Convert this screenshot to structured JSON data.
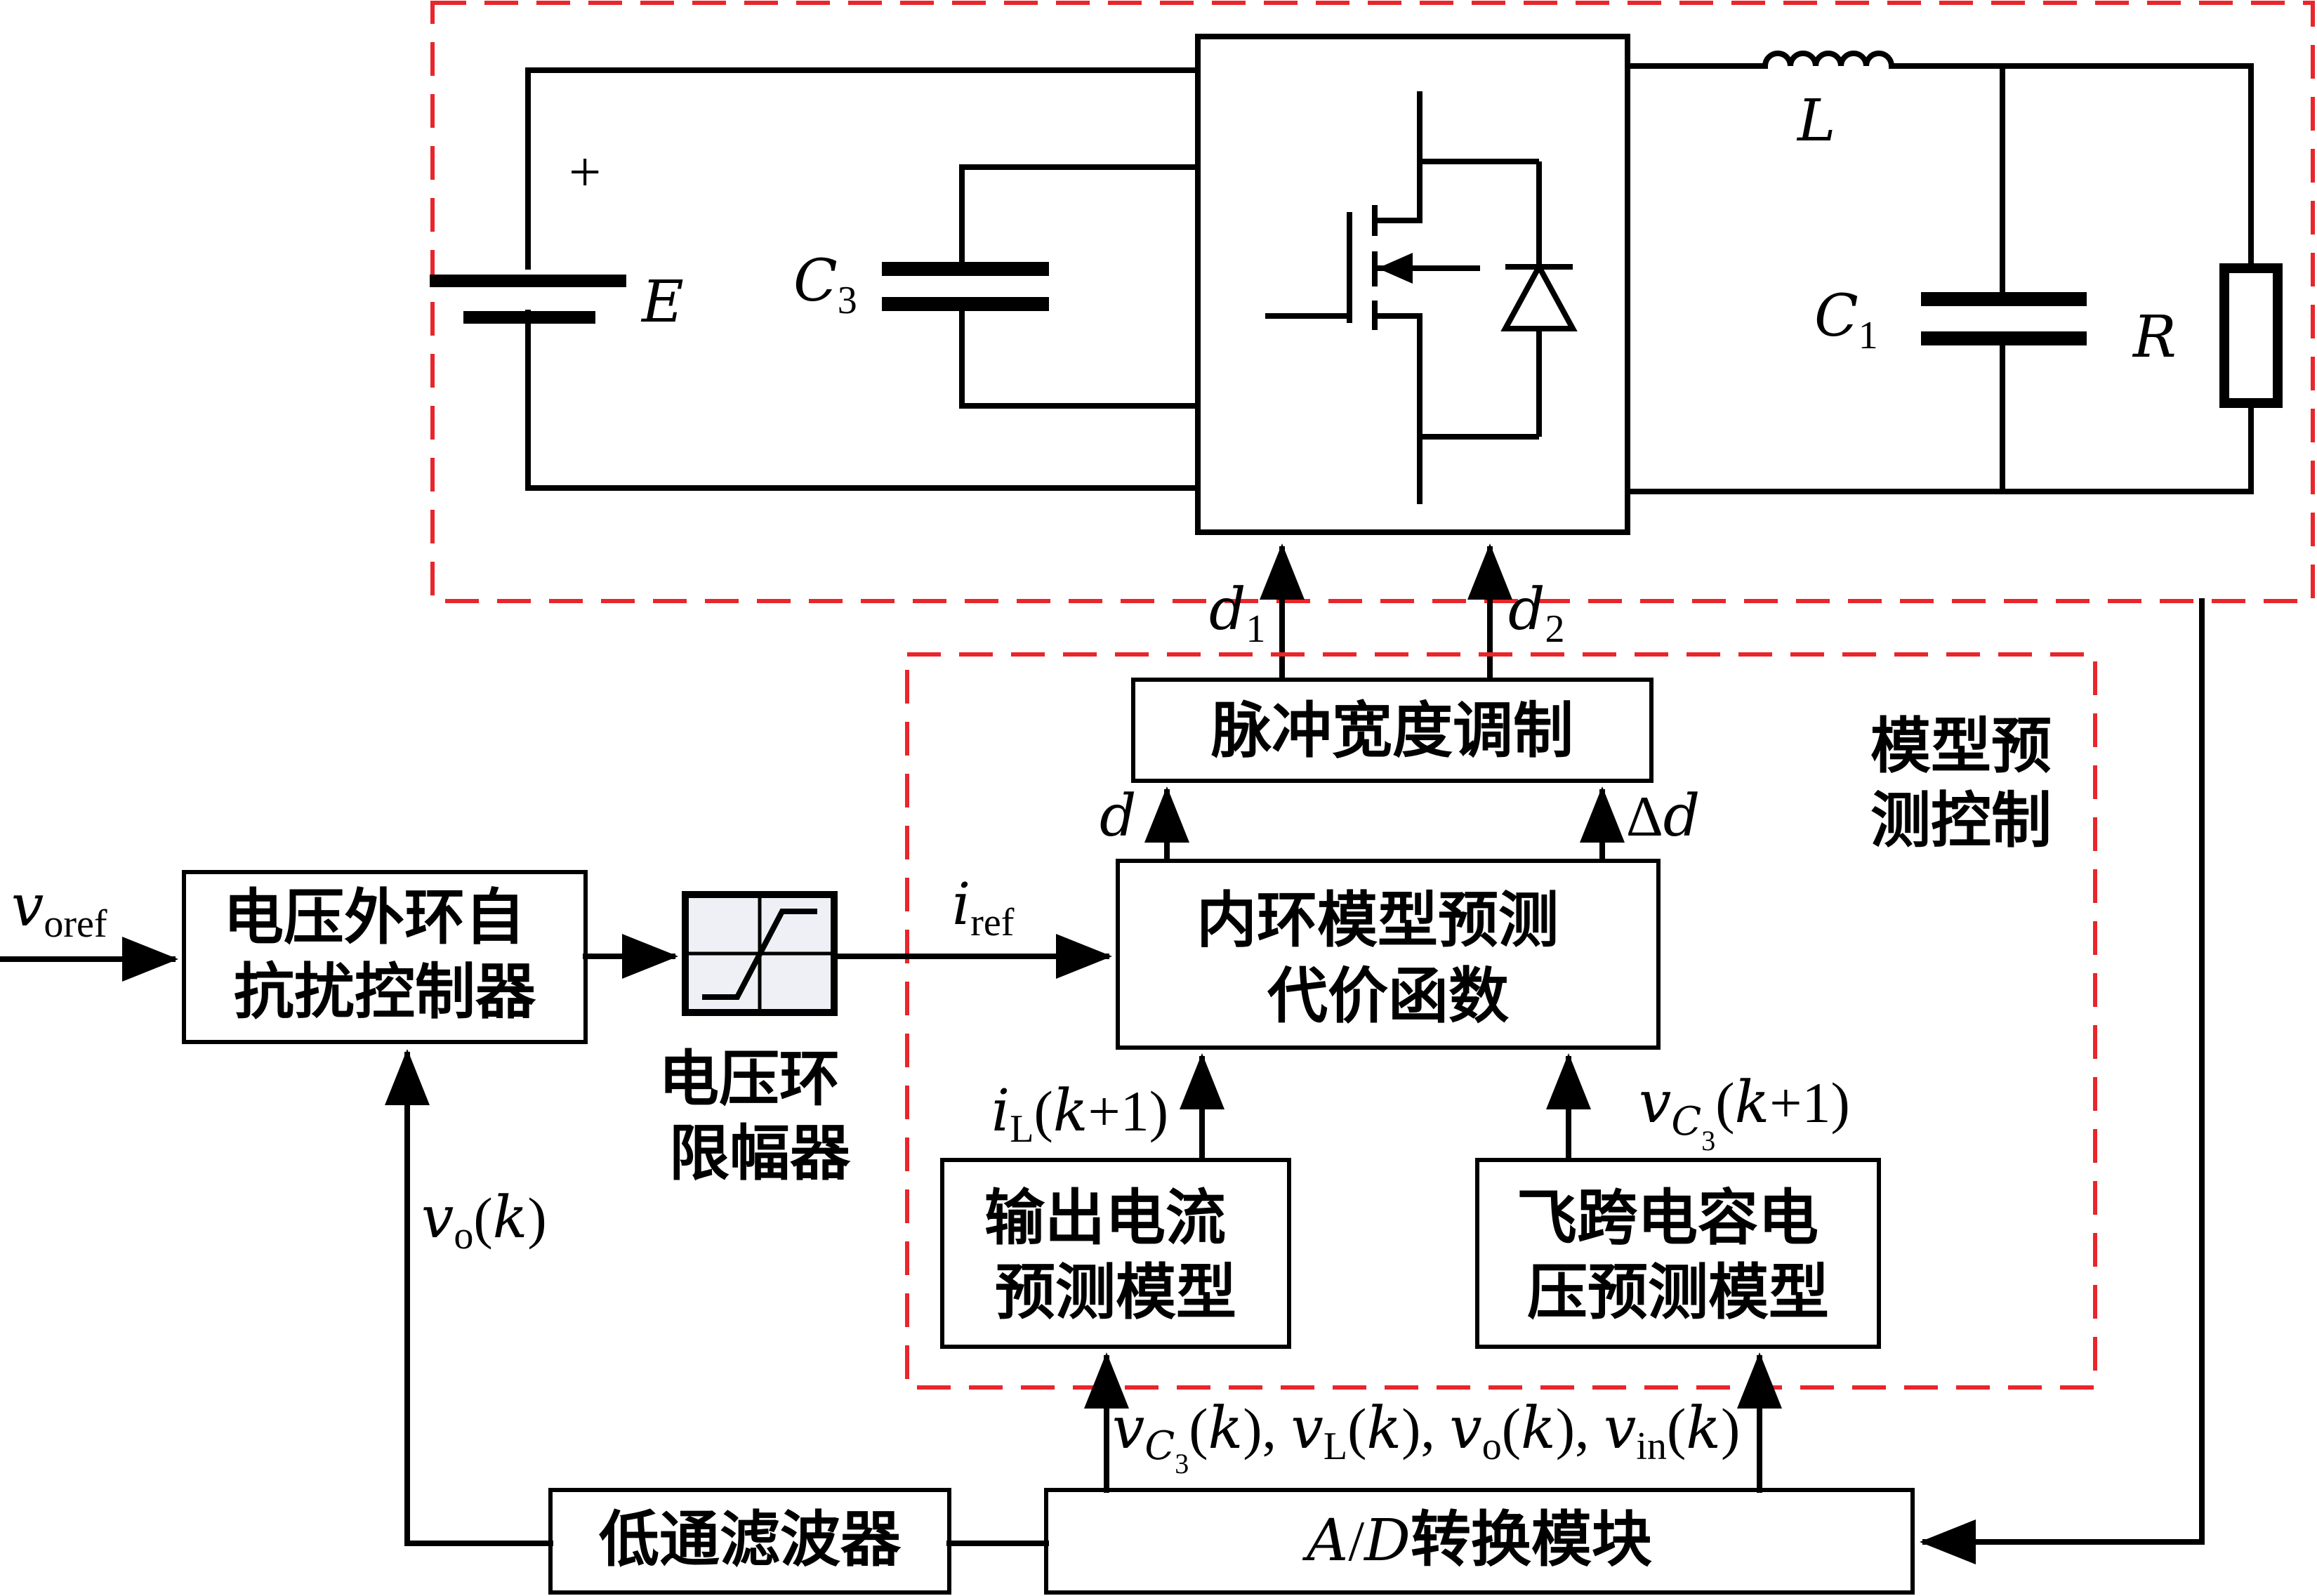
{
  "colors": {
    "line": "#000000",
    "dashed_border": "#e8262b",
    "background": "#ffffff"
  },
  "circuit": {
    "plus": "+",
    "source": {
      "sym": "E"
    },
    "cap3": {
      "sym": "C",
      "sub": "3"
    },
    "inductor": {
      "sym": "L"
    },
    "cap1": {
      "sym": "C",
      "sub": "1"
    },
    "load": {
      "sym": "R"
    }
  },
  "signals": {
    "d1": {
      "sym": "d",
      "sub": "1"
    },
    "d2": {
      "sym": "d",
      "sub": "2"
    },
    "d": "d",
    "delta_d": {
      "delta": "Δ",
      "sym": "d"
    },
    "v_oref": {
      "sym": "v",
      "sub": "oref"
    },
    "i_ref": {
      "sym": "i",
      "sub": "ref"
    },
    "i_L_next": {
      "sym": "i",
      "sub": "L",
      "arg": "(",
      "k": "k",
      "plus1": "+1)"
    },
    "v_C3_next": {
      "sym": "v",
      "sub": "C",
      "subsub": "3",
      "arg": "(",
      "k": "k",
      "plus1": "+1)"
    },
    "v_o": {
      "sym": "v",
      "sub": "o",
      "open": "(",
      "k": "k",
      "close": ")"
    },
    "measured": {
      "v1": "v",
      "s1": "C",
      "ss1": "3",
      "a1": "(",
      "k1": "k",
      "c1": "), ",
      "v2": "v",
      "s2": "L",
      "a2": "(",
      "k2": "k",
      "c2": "), ",
      "v3": "v",
      "s3": "o",
      "a3": "(",
      "k3": "k",
      "c3": "), ",
      "v4": "v",
      "s4": "in",
      "a4": "(",
      "k4": "k",
      "c4": ")"
    }
  },
  "blocks": {
    "pwm": "脉冲宽度调制",
    "mpc_label": [
      "模型预",
      "测控制"
    ],
    "outer_loop": [
      "电压外环自",
      "抗扰控制器"
    ],
    "limiter_label": [
      "电压环",
      "限幅器"
    ],
    "cost_function": [
      "内环模型预测",
      "代价函数"
    ],
    "current_model": [
      "输出电流",
      "预测模型"
    ],
    "flying_cap_model": [
      "飞跨电容电",
      "压预测模型"
    ],
    "lpf": "低通滤波器",
    "adc": {
      "a": "A",
      "slash": "/",
      "d": "D",
      "text": "转换模块"
    }
  }
}
